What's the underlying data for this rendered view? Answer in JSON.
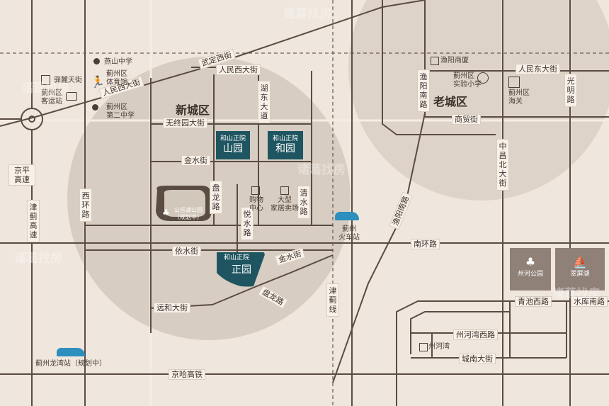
{
  "districts": {
    "new": "新城区",
    "old": "老城区"
  },
  "roads": {
    "wuding_xi": "武定西街",
    "renmin_xi_top": "人民西大街",
    "renmin_xi_left": "人民西大街",
    "renmin_dong": "人民东大街",
    "wuzhongyuan": "无终园大街",
    "jinshui": "金水街",
    "jinshui_lower": "金水街",
    "yishui": "依水街",
    "yuanhe": "远和大街",
    "panlong_v": "盘龙路",
    "panlong_diag": "盘龙路",
    "hudong": "湖东大道",
    "yueshui": "悦水路",
    "qingshui": "清水路",
    "xihuan": "西环路",
    "jingping": "京平高速",
    "jinji_gaosu": "津蓟高速",
    "yuyang_nan_v": "渔阳南路",
    "yuyang_nan_diag": "渔阳南路",
    "shangmao": "商贸街",
    "zhongchang_bei": "中昌北大街",
    "guangming": "光明路",
    "nanhuan": "南环路",
    "jinji_xian": "津蓟线",
    "qingchi_xi": "青池西路",
    "shuiku_nan": "水库南路",
    "zhouhewan_xi": "州河湾西路",
    "chengnan": "城南大街",
    "jingha_gaotie": "京哈高铁"
  },
  "pois": {
    "yanshan": "燕山中学",
    "yilu": "驿麓天街",
    "tiyuguan": "蓟州区\n体育馆",
    "keyunzhan": "蓟州区\n客运站",
    "dierzhongxue": "蓟州区\n第二中学",
    "yuyang_shangsha": "渔阳商厦",
    "shiyan_xiaoxue": "蓟州区\n实验小学",
    "haiguan": "蓟州区\n海关",
    "gouwu": "购物\n中心",
    "jiaju": "大型\n家居卖场",
    "park_lake": "公乐湖公园\n（规划中）",
    "train_station": "蓟州\n火车站",
    "longwan_station": "蓟州龙湾站（规划中）",
    "zhouhe_park": "州河公园",
    "cuipinghu": "翠屏湖",
    "zhouhewan": "州河湾"
  },
  "projects": [
    {
      "brand": "和山正院",
      "name": "山园"
    },
    {
      "brand": "和山正院",
      "name": "和园"
    },
    {
      "brand": "和山正院",
      "name": "正园"
    }
  ],
  "watermark": "诸葛找房",
  "colors": {
    "background": "#efe6dd",
    "road": "#5a4c42",
    "project_block": "#1e5560",
    "circle": "#c7bcaf"
  }
}
